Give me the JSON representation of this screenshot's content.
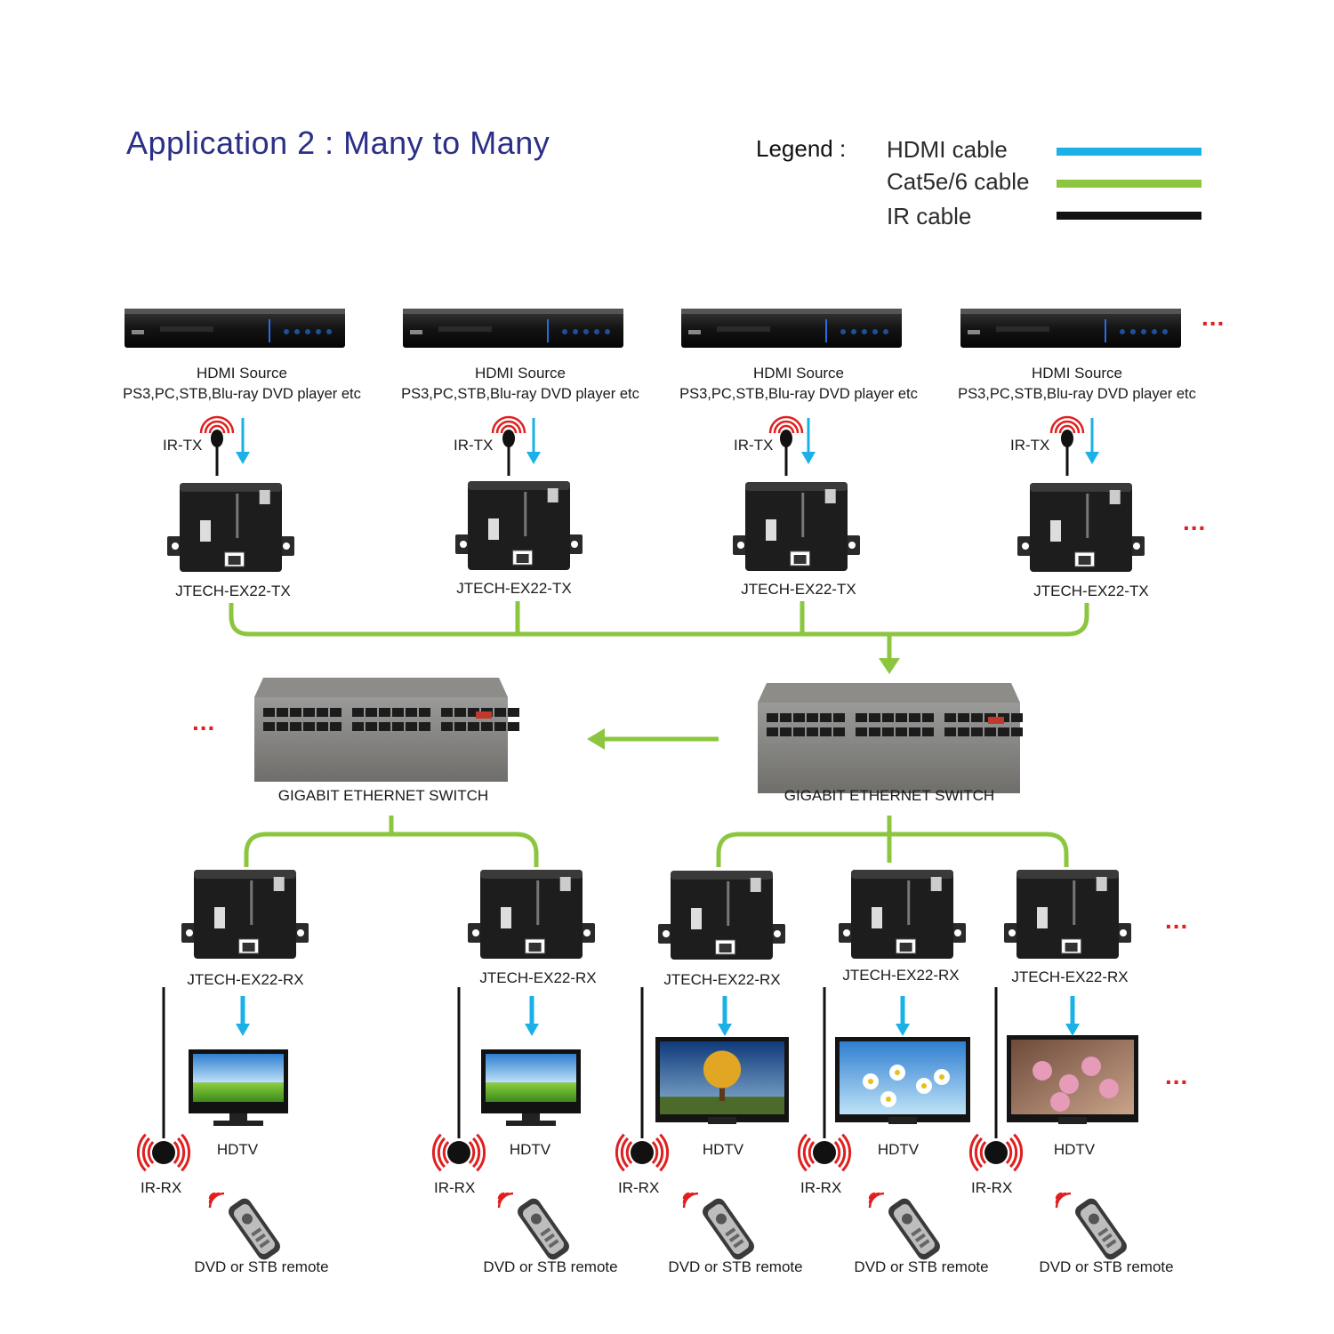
{
  "title": "Application 2 : Many to Many",
  "legend": {
    "heading": "Legend :",
    "items": [
      {
        "label": "HDMI cable",
        "color": "#1bb1e7"
      },
      {
        "label": "Cat5e/6 cable",
        "color": "#8cc63f"
      },
      {
        "label": "IR cable",
        "color": "#111111"
      }
    ]
  },
  "colors": {
    "hdmi": "#1bb1e7",
    "cat": "#8cc63f",
    "ir": "#111111",
    "dots": "#e02020",
    "title": "#2b2f86"
  },
  "sources": [
    {
      "name": "HDMI Source",
      "desc": "PS3,PC,STB,Blu-ray DVD player etc",
      "ir_label": "IR-TX",
      "tx_name": "JTECH-EX22-TX"
    },
    {
      "name": "HDMI Source",
      "desc": "PS3,PC,STB,Blu-ray DVD player etc",
      "ir_label": "IR-TX",
      "tx_name": "JTECH-EX22-TX"
    },
    {
      "name": "HDMI Source",
      "desc": "PS3,PC,STB,Blu-ray DVD player etc",
      "ir_label": "IR-TX",
      "tx_name": "JTECH-EX22-TX"
    },
    {
      "name": "HDMI Source",
      "desc": "PS3,PC,STB,Blu-ray DVD player etc",
      "ir_label": "IR-TX",
      "tx_name": "JTECH-EX22-TX"
    }
  ],
  "switches": [
    {
      "name": "GIGABIT ETHERNET SWITCH"
    },
    {
      "name": "GIGABIT ETHERNET SWITCH"
    }
  ],
  "receivers": [
    {
      "rx_name": "JTECH-EX22-RX",
      "tv_label": "HDTV",
      "ir_label": "IR-RX",
      "remote_label": "DVD or STB remote"
    },
    {
      "rx_name": "JTECH-EX22-RX",
      "tv_label": "HDTV",
      "ir_label": "IR-RX",
      "remote_label": "DVD or STB remote"
    },
    {
      "rx_name": "JTECH-EX22-RX",
      "tv_label": "HDTV",
      "ir_label": "IR-RX",
      "remote_label": "DVD or STB remote"
    },
    {
      "rx_name": "JTECH-EX22-RX",
      "tv_label": "HDTV",
      "ir_label": "IR-RX",
      "remote_label": "DVD or STB remote"
    },
    {
      "rx_name": "JTECH-EX22-RX",
      "tv_label": "HDTV",
      "ir_label": "IR-RX",
      "remote_label": "DVD or STB remote"
    }
  ],
  "more_indicator": "..."
}
